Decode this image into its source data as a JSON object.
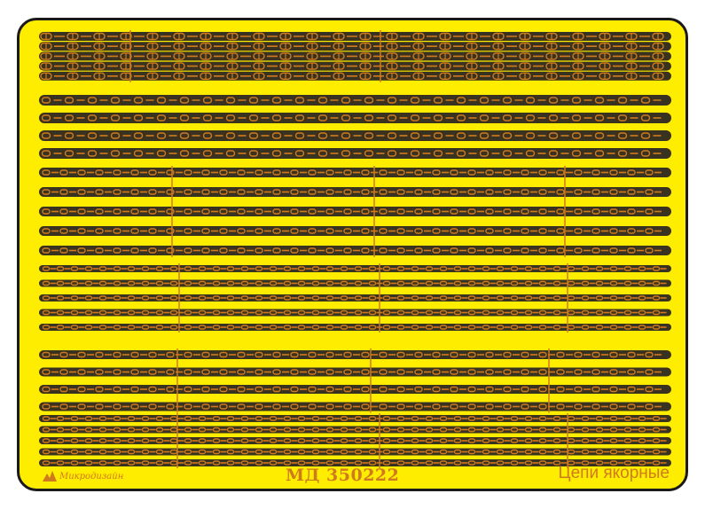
{
  "sheet": {
    "brand": "Микродизайн",
    "code": "МД 350222",
    "name": "Цепи якорные"
  },
  "colors": {
    "sheet": "#ffed00",
    "frame": "#1a1a1a",
    "strip": "#3a3220",
    "link": "#d07a1e",
    "text": "#d07a1e"
  },
  "icons": {
    "logo": "mountain-peaks-icon"
  }
}
